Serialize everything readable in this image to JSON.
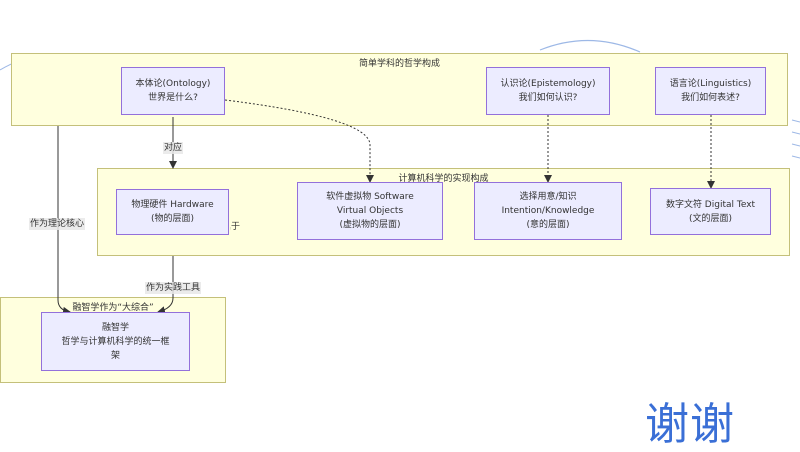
{
  "clusters": {
    "philosophy": {
      "title": "简单学科的哲学构成"
    },
    "computer": {
      "title": "计算机科学的实现构成"
    },
    "ronzhi": {
      "title": "融智学作为“大综合”"
    }
  },
  "nodes": {
    "ontology": {
      "line1": "本体论(Ontology)",
      "line2": "世界是什么?"
    },
    "epistemology": {
      "line1": "认识论(Epistemology)",
      "line2": "我们如何认识?"
    },
    "linguistics": {
      "line1": "语言论(Linguistics)",
      "line2": "我们如何表述?"
    },
    "hardware": {
      "line1": "物理硬件 Hardware",
      "line2": "(物的层面)"
    },
    "software": {
      "line1": "软件虚拟物 Software",
      "line2": "Virtual Objects",
      "line3": "(虚拟物的层面)"
    },
    "intention": {
      "line1": "选择用意/知识",
      "line2": "Intention/Knowledge",
      "line3": "(意的层面)"
    },
    "digital_text": {
      "line1": "数字文符 Digital Text",
      "line2": "(文的层面)"
    },
    "ronzhi": {
      "line1": "融智学",
      "line2": "哲学与计算机科学的统一框",
      "line3": "架"
    }
  },
  "edge_labels": {
    "correspond": "对应",
    "theory_core": "作为理论核心",
    "practice_tool": "作为实践工具",
    "belongs": "属于"
  },
  "thanks": "谢谢",
  "colors": {
    "cluster_fill": "#ffffde",
    "cluster_border": "#c4c07a",
    "node_fill": "#ececff",
    "node_border": "#9370db",
    "edge": "#333333",
    "thanks": "#3a6fd6"
  }
}
